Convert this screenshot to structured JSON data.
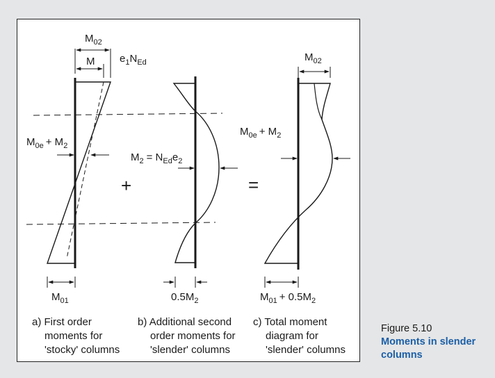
{
  "diagram": {
    "panel_a": {
      "label_top_total": "M",
      "label_top_total_sub": "02",
      "label_top_inner": "M",
      "label_ecc_e": "e",
      "label_ecc_e_sub": "1",
      "label_ecc_N": "N",
      "label_ecc_N_sub": "Ed",
      "label_side": "M",
      "label_side_sub": "0e",
      "label_side_plus": "+ M",
      "label_side_plus_sub": "2",
      "label_bottom": "M",
      "label_bottom_sub": "01",
      "caption_marker": "a)",
      "caption_lines": [
        "First order",
        "moments for",
        "'stocky' columns"
      ]
    },
    "operator_plus": "+",
    "panel_b": {
      "label_m2": "M",
      "label_m2_sub": "2",
      "label_eq": "= N",
      "label_eq_sub": "Ed",
      "label_e": "e",
      "label_e_sub": "2",
      "label_bottom": "0.5M",
      "label_bottom_sub": "2",
      "caption_marker": "b)",
      "caption_lines": [
        "Additional second",
        "order moments for",
        "'slender' columns"
      ]
    },
    "operator_equals": "=",
    "panel_c": {
      "label_top": "M",
      "label_top_sub": "02",
      "label_side": "M",
      "label_side_sub": "0e",
      "label_side_plus": "+ M",
      "label_side_plus_sub": "2",
      "label_bottom": "M",
      "label_bottom_sub": "01",
      "label_bottom_plus": "+ 0.5M",
      "label_bottom_plus_sub": "2",
      "caption_marker": "c)",
      "caption_lines": [
        "Total moment",
        "diagram for",
        "'slender' columns"
      ]
    }
  },
  "figure": {
    "number": "Figure 5.10",
    "title": "Moments in slender columns"
  },
  "colors": {
    "title": "#1b5fa7",
    "line": "#1a1a1a",
    "background": "#e5e6e7"
  }
}
